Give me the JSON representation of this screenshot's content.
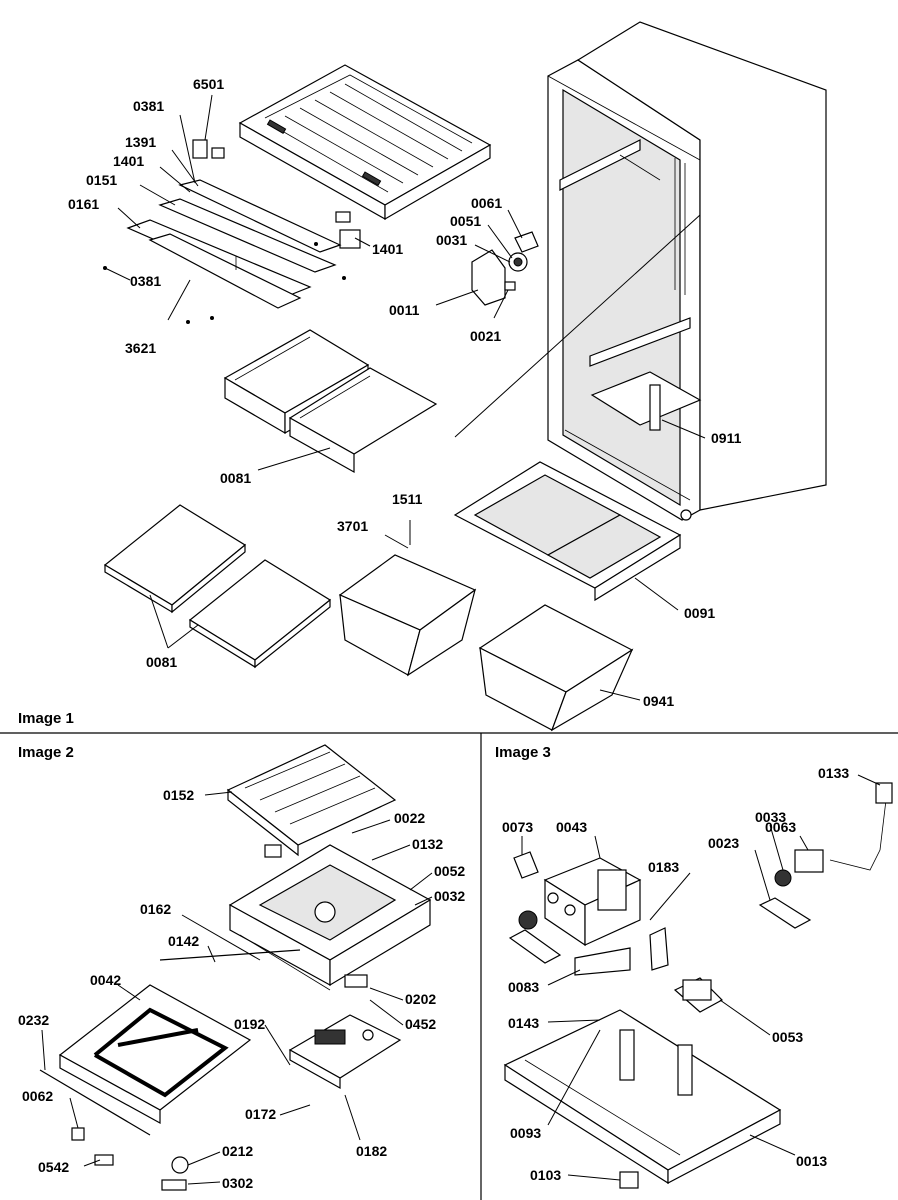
{
  "panels": {
    "image1": {
      "title": "Image 1"
    },
    "image2": {
      "title": "Image 2"
    },
    "image3": {
      "title": "Image 3"
    }
  },
  "callouts": {
    "img1": [
      "6501",
      "0381",
      "1391",
      "1401",
      "0151",
      "0161",
      "0381",
      "3621",
      "1401",
      "0061",
      "0051",
      "0031",
      "0011",
      "0021",
      "0911",
      "0081",
      "1511",
      "3701",
      "0091",
      "0081",
      "0941"
    ],
    "img2": [
      "0152",
      "0022",
      "0132",
      "0052",
      "0032",
      "0162",
      "0142",
      "0042",
      "0232",
      "0062",
      "0542",
      "0192",
      "0202",
      "0452",
      "0172",
      "0182",
      "0212",
      "0302"
    ],
    "img3": [
      "0133",
      "0073",
      "0063",
      "0043",
      "0033",
      "0183",
      "0023",
      "0083",
      "0143",
      "0053",
      "0093",
      "0103",
      "0013"
    ]
  }
}
